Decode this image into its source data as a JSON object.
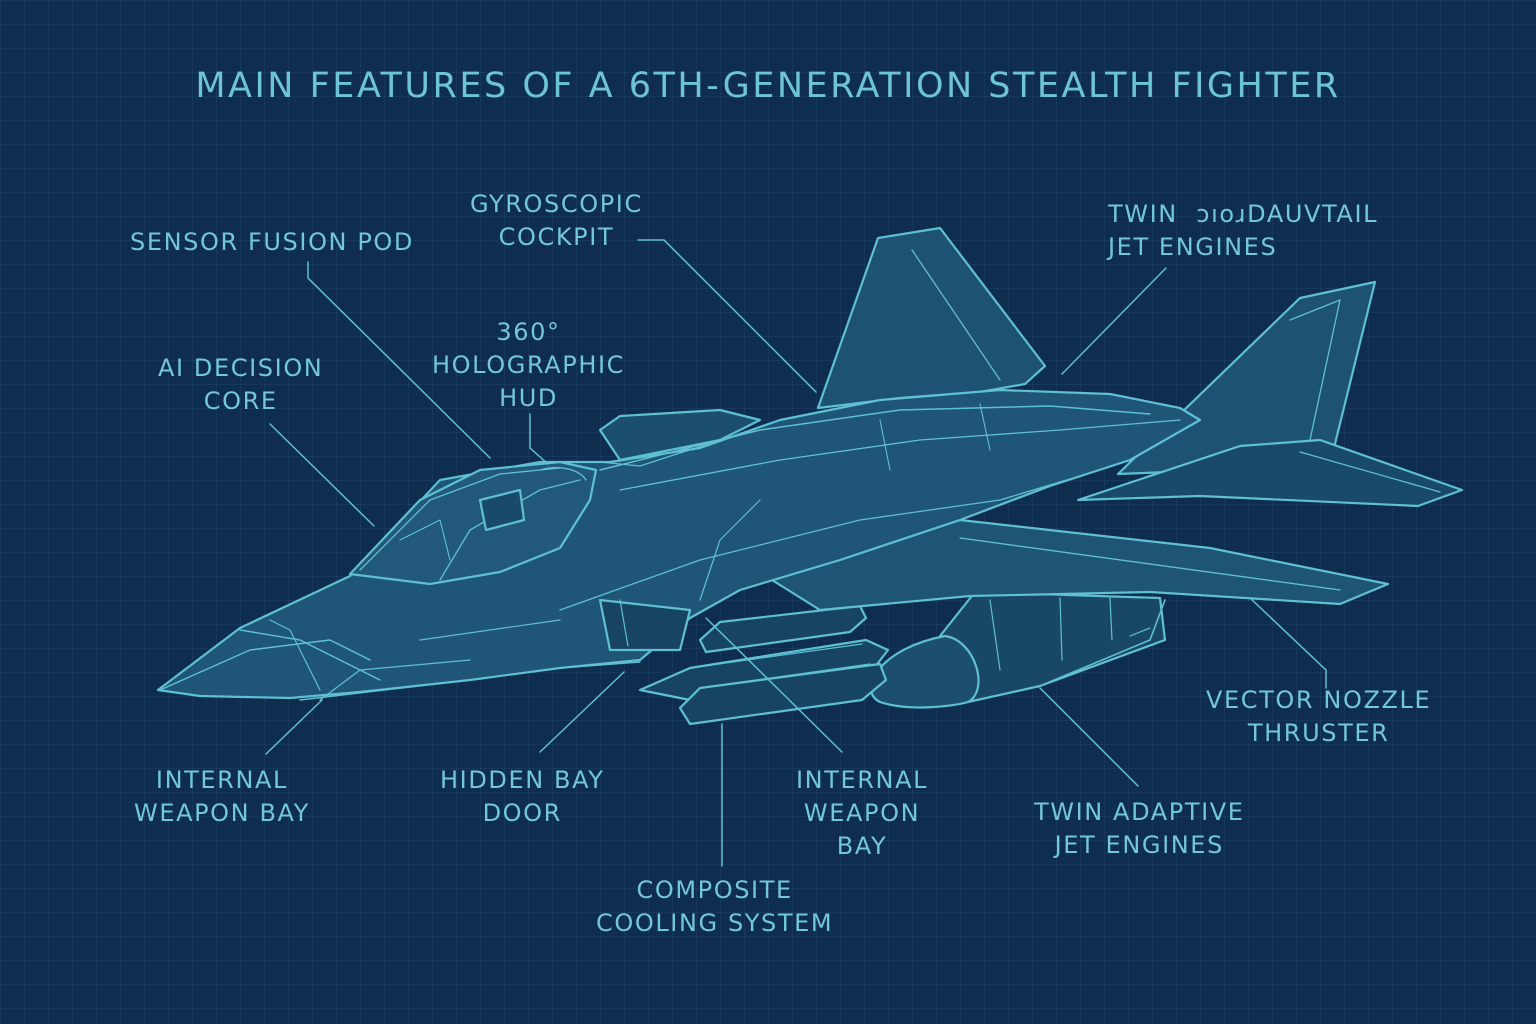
{
  "title": "MAIN FEATURES OF A 6TH-GENERATION STEALTH FIGHTER",
  "colors": {
    "background": "#0f2d4f",
    "grid": "#1d4466",
    "line": "#5fc0d2",
    "text": "#72c8d8",
    "fill": "#1c4e6e"
  },
  "labels": {
    "sensor_fusion_pod": {
      "line1": "SENSOR FUSION POD"
    },
    "gyroscopic_cockpit": {
      "line1": "GYROSCOPIC",
      "line2": "COCKPIT"
    },
    "twin_tail_jet_engines": {
      "line1": "TWIN",
      "line1_garbled": "ɔıoɹDAUVTAIL",
      "line2": "JET ENGINES"
    },
    "ai_decision_core": {
      "line1": "AI DECISION",
      "line2": "CORE"
    },
    "holographic_hud": {
      "line1": "360°",
      "line2": "HOLOGRAPHIC",
      "line3": "HUD"
    },
    "internal_weapon_bay_left": {
      "line1": "INTERNAL",
      "line2": "WEAPON BAY"
    },
    "hidden_bay_door": {
      "line1": "HIDDEN BAY",
      "line2": "DOOR"
    },
    "internal_weapon_bay_center": {
      "line1": "INTERNAL",
      "line2": "WEAPON",
      "line3": "BAY"
    },
    "composite_cooling_system": {
      "line1": "COMPOSITE",
      "line2": "COOLING SYSTEM"
    },
    "twin_adaptive_jet_engines": {
      "line1": "TWIN ADAPTIVE",
      "line2": "JET ENGINES"
    },
    "vector_nozzle_thruster": {
      "line1": "VECTOR NOZZLE",
      "line2": "THRUSTER"
    }
  }
}
